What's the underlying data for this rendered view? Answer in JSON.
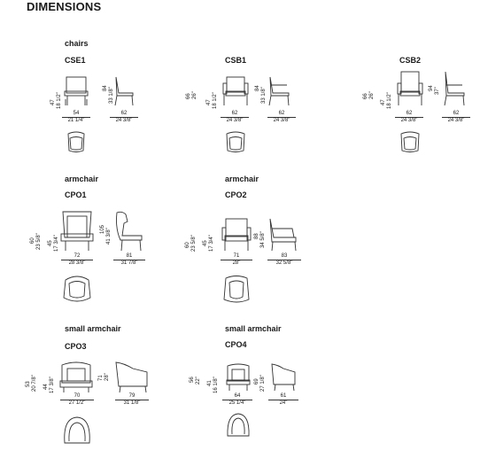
{
  "heading": "DIMENSIONS",
  "sections": {
    "chairs": {
      "label": "chairs"
    },
    "armchair1": {
      "label": "armchair"
    },
    "armchair2": {
      "label": "armchair"
    },
    "small1": {
      "label": "small armchair"
    },
    "small2": {
      "label": "small armchair"
    }
  },
  "models": {
    "cse1": {
      "code": "CSE1",
      "v1cm": "47",
      "v1in": "18 1/2\"",
      "v2cm": "84",
      "v2in": "33 1/8\"",
      "w1cm": "54",
      "w1in": "21 1/4\"",
      "w2cm": "62",
      "w2in": "24 3/8\""
    },
    "csb1": {
      "code": "CSB1",
      "v0cm": "66",
      "v0in": "26\"",
      "v1cm": "47",
      "v1in": "18 1/2\"",
      "v2cm": "84",
      "v2in": "33 1/8\"",
      "w1cm": "62",
      "w1in": "24 3/8\"",
      "w2cm": "62",
      "w2in": "24 3/8\""
    },
    "csb2": {
      "code": "CSB2",
      "v0cm": "66",
      "v0in": "26\"",
      "v1cm": "47",
      "v1in": "18 1/2\"",
      "v2cm": "94",
      "v2in": "37\"",
      "w1cm": "62",
      "w1in": "24 3/8\"",
      "w2cm": "62",
      "w2in": "24 3/8\""
    },
    "cpo1": {
      "code": "CPO1",
      "v0cm": "60",
      "v0in": "23 5/8\"",
      "v1cm": "45",
      "v1in": "17 3/4\"",
      "v2cm": "105",
      "v2in": "41 3/8\"",
      "w1cm": "72",
      "w1in": "28 3/8\"",
      "w2cm": "81",
      "w2in": "31 7/8\""
    },
    "cpo2": {
      "code": "CPO2",
      "v0cm": "60",
      "v0in": "23 5/8\"",
      "v1cm": "45",
      "v1in": "17 3/4\"",
      "v2cm": "88",
      "v2in": "34 5/8\"",
      "w1cm": "71",
      "w1in": "28\"",
      "w2cm": "83",
      "w2in": "32 5/8\""
    },
    "cpo3": {
      "code": "CPO3",
      "v0cm": "53",
      "v0in": "20 7/8\"",
      "v1cm": "44",
      "v1in": "17 3/8\"",
      "v2cm": "71",
      "v2in": "28\"",
      "w1cm": "70",
      "w1in": "27 1/2\"",
      "w2cm": "79",
      "w2in": "31 1/8\""
    },
    "cpo4": {
      "code": "CPO4",
      "v0cm": "56",
      "v0in": "22\"",
      "v1cm": "41",
      "v1in": "16 1/8\"",
      "v2cm": "69",
      "v2in": "27 1/8\"",
      "w1cm": "64",
      "w1in": "25 1/4\"",
      "w2cm": "61",
      "w2in": "24\""
    }
  }
}
